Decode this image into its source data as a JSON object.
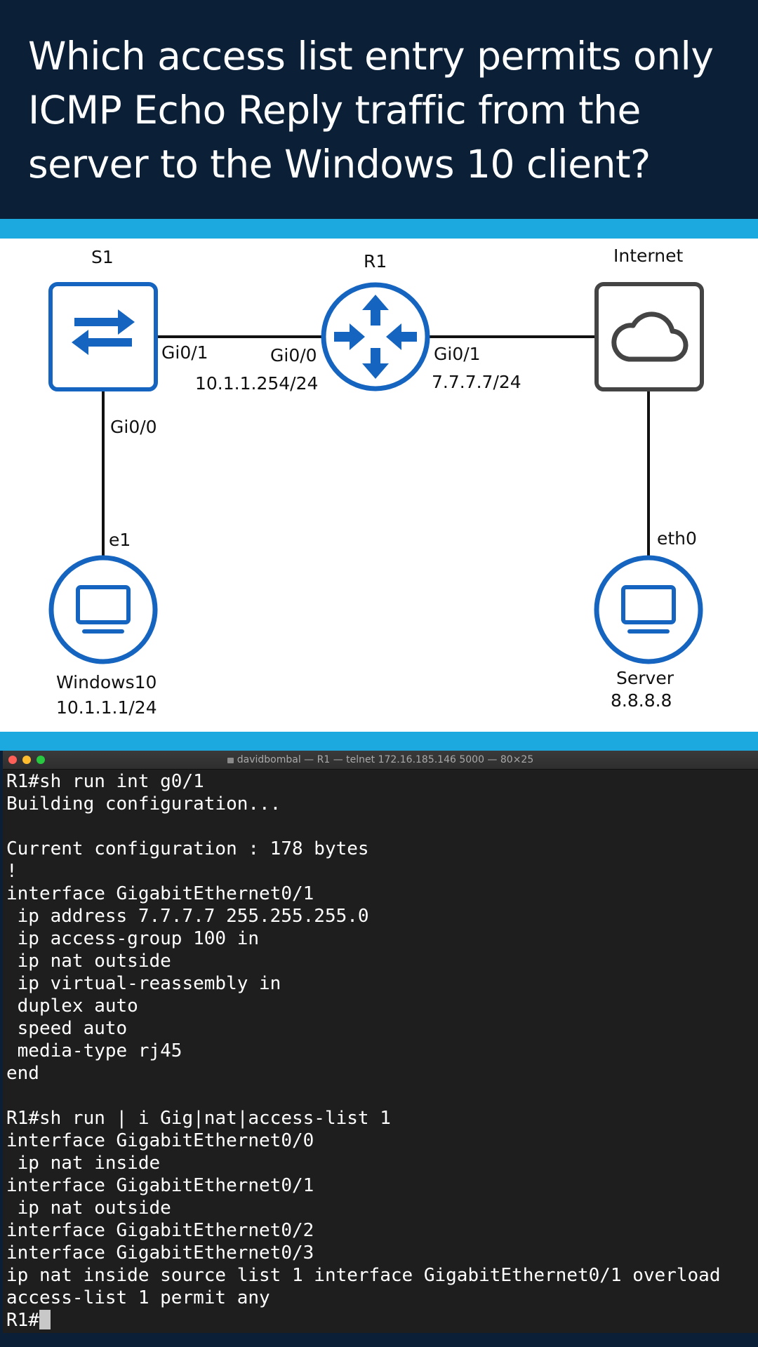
{
  "question": {
    "lines": [
      "Which access list entry permits only",
      "ICMP Echo Reply traffic from the",
      "server to the Windows 10 client?"
    ]
  },
  "diagram": {
    "devices": {
      "s1": "S1",
      "r1": "R1",
      "internet": "Internet",
      "windows10": "Windows10",
      "windows10_ip": "10.1.1.1/24",
      "server": "Server",
      "server_ip": "8.8.8.8"
    },
    "interfaces": {
      "s1_gi01": "Gi0/1",
      "s1_gi00": "Gi0/0",
      "r1_gi00": "Gi0/0",
      "r1_gi00_ip": "10.1.1.254/24",
      "r1_gi01": "Gi0/1",
      "r1_gi01_ip": "7.7.7.7/24",
      "win_e1": "e1",
      "server_eth0": "eth0"
    },
    "colors": {
      "device_blue": "#1565c0",
      "cloud_gray": "#444444",
      "link": "#111111"
    }
  },
  "terminal": {
    "title": "davidbombal — R1 — telnet 172.16.185.146 5000 — 80×25",
    "lines": [
      "R1#sh run int g0/1",
      "Building configuration...",
      "",
      "Current configuration : 178 bytes",
      "!",
      "interface GigabitEthernet0/1",
      " ip address 7.7.7.7 255.255.255.0",
      " ip access-group 100 in",
      " ip nat outside",
      " ip virtual-reassembly in",
      " duplex auto",
      " speed auto",
      " media-type rj45",
      "end",
      "",
      "R1#sh run | i Gig|nat|access-list 1",
      "interface GigabitEthernet0/0",
      " ip nat inside",
      "interface GigabitEthernet0/1",
      " ip nat outside",
      "interface GigabitEthernet0/2",
      "interface GigabitEthernet0/3",
      "ip nat inside source list 1 interface GigabitEthernet0/1 overload",
      "access-list 1 permit any"
    ],
    "prompt": "R1#"
  }
}
